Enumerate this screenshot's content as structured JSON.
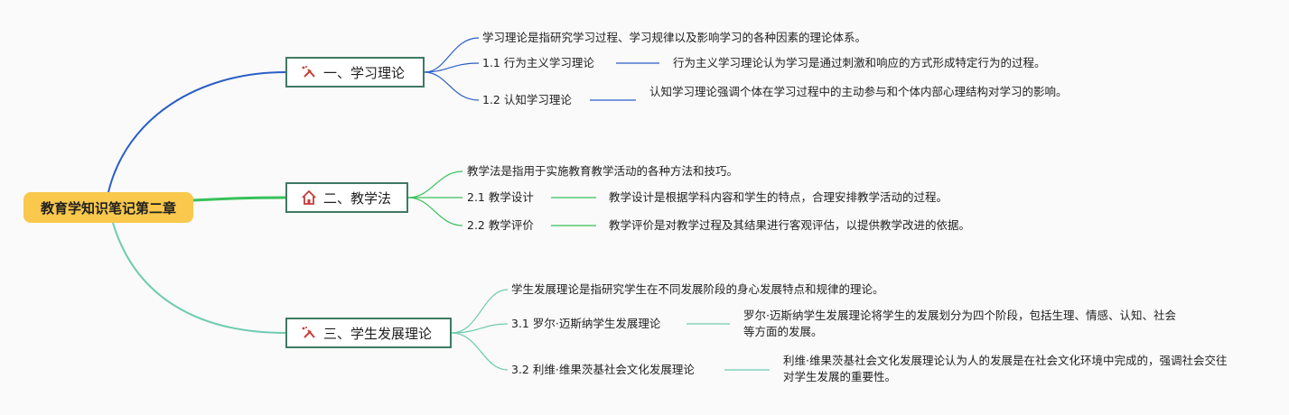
{
  "root": {
    "title": "教育学知识笔记第二章"
  },
  "colors": {
    "root_fill": "#f9c84c",
    "branch_border": "#3f7a63",
    "b1_line": "#2a5ec6",
    "b2_line": "#38c15a",
    "b3_line": "#6fcbb0",
    "icon_red": "#c73b3b"
  },
  "branches": [
    {
      "label": "一、学习理论",
      "icon": "tools-icon",
      "definition": "学习理论是指研究学习过程、学习规律以及影响学习的各种因素的理论体系。",
      "items": [
        {
          "title": "1.1 行为主义学习理论",
          "desc": "行为主义学习理论认为学习是通过刺激和响应的方式形成特定行为的过程。"
        },
        {
          "title": "1.2 认知学习理论",
          "desc": "认知学习理论强调个体在学习过程中的主动参与和个体内部心理结构对学习的影响。"
        }
      ]
    },
    {
      "label": "二、教学法",
      "icon": "house-icon",
      "definition": "教学法是指用于实施教育教学活动的各种方法和技巧。",
      "items": [
        {
          "title": "2.1 教学设计",
          "desc": "教学设计是根据学科内容和学生的特点，合理安排教学活动的过程。"
        },
        {
          "title": "2.2 教学评价",
          "desc": "教学评价是对教学过程及其结果进行客观评估，以提供教学改进的依据。"
        }
      ]
    },
    {
      "label": "三、学生发展理论",
      "icon": "tools-icon",
      "definition": "学生发展理论是指研究学生在不同发展阶段的身心发展特点和规律的理论。",
      "items": [
        {
          "title": "3.1 罗尔·迈斯纳学生发展理论",
          "desc": "罗尔·迈斯纳学生发展理论将学生的发展划分为四个阶段，包括生理、情感、认知、社会等方面的发展。"
        },
        {
          "title": "3.2 利维·维果茨基社会文化发展理论",
          "desc": "利维·维果茨基社会文化发展理论认为人的发展是在社会文化环境中完成的，强调社会交往对学生发展的重要性。"
        }
      ]
    }
  ]
}
